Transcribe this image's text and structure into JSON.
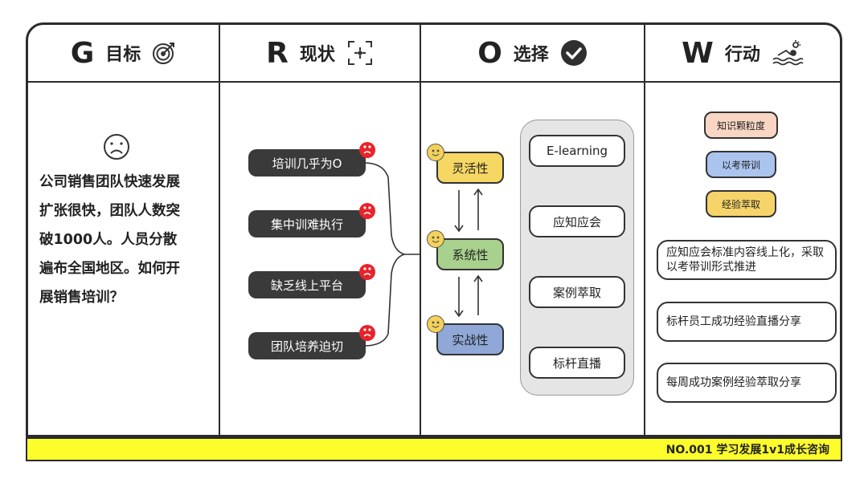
{
  "columns": [
    {
      "letter": "G",
      "title": "目标",
      "icon": "target-icon"
    },
    {
      "letter": "R",
      "title": "现状",
      "icon": "focus-icon"
    },
    {
      "letter": "O",
      "title": "选择",
      "icon": "check-icon"
    },
    {
      "letter": "W",
      "title": "行动",
      "icon": "swimmer-icon"
    }
  ],
  "goal": {
    "lines": [
      "公司销售团队快速发展",
      "扩张很快，团队人数突",
      "破1000人。人员分散",
      "遍布全国地区。如何开",
      "展销售培训？"
    ]
  },
  "reality": {
    "items": [
      "培训几乎为O",
      "集中训难执行",
      "缺乏线上平台",
      "团队培养迫切"
    ]
  },
  "options": {
    "nodes": [
      "灵活性",
      "系统性",
      "实战性"
    ],
    "choices": [
      "E-learning",
      "应知应会",
      "案例萃取",
      "标杆直播"
    ]
  },
  "will": {
    "tags": [
      "知识颗粒度",
      "以考带训",
      "经验萃取"
    ],
    "actions": [
      "应知应会标准内容线上化，采取以考带训形式推进",
      "标杆员工成功经验直播分享",
      "每周成功案例经验萃取分享"
    ]
  },
  "footer": {
    "text": "NO.001 学习发展1v1成长咨询"
  },
  "colors": {
    "dark_pill": "#3a3a3a",
    "red_badge": "#e8232b",
    "yellow": "#f6d764",
    "green": "#a8d18d",
    "blue": "#8fa8d8",
    "tag_pink": "#f9d6c4",
    "tag_blue": "#aac4ee",
    "tag_yellow": "#f6d469",
    "footer_bg": "#fdfd2c"
  }
}
